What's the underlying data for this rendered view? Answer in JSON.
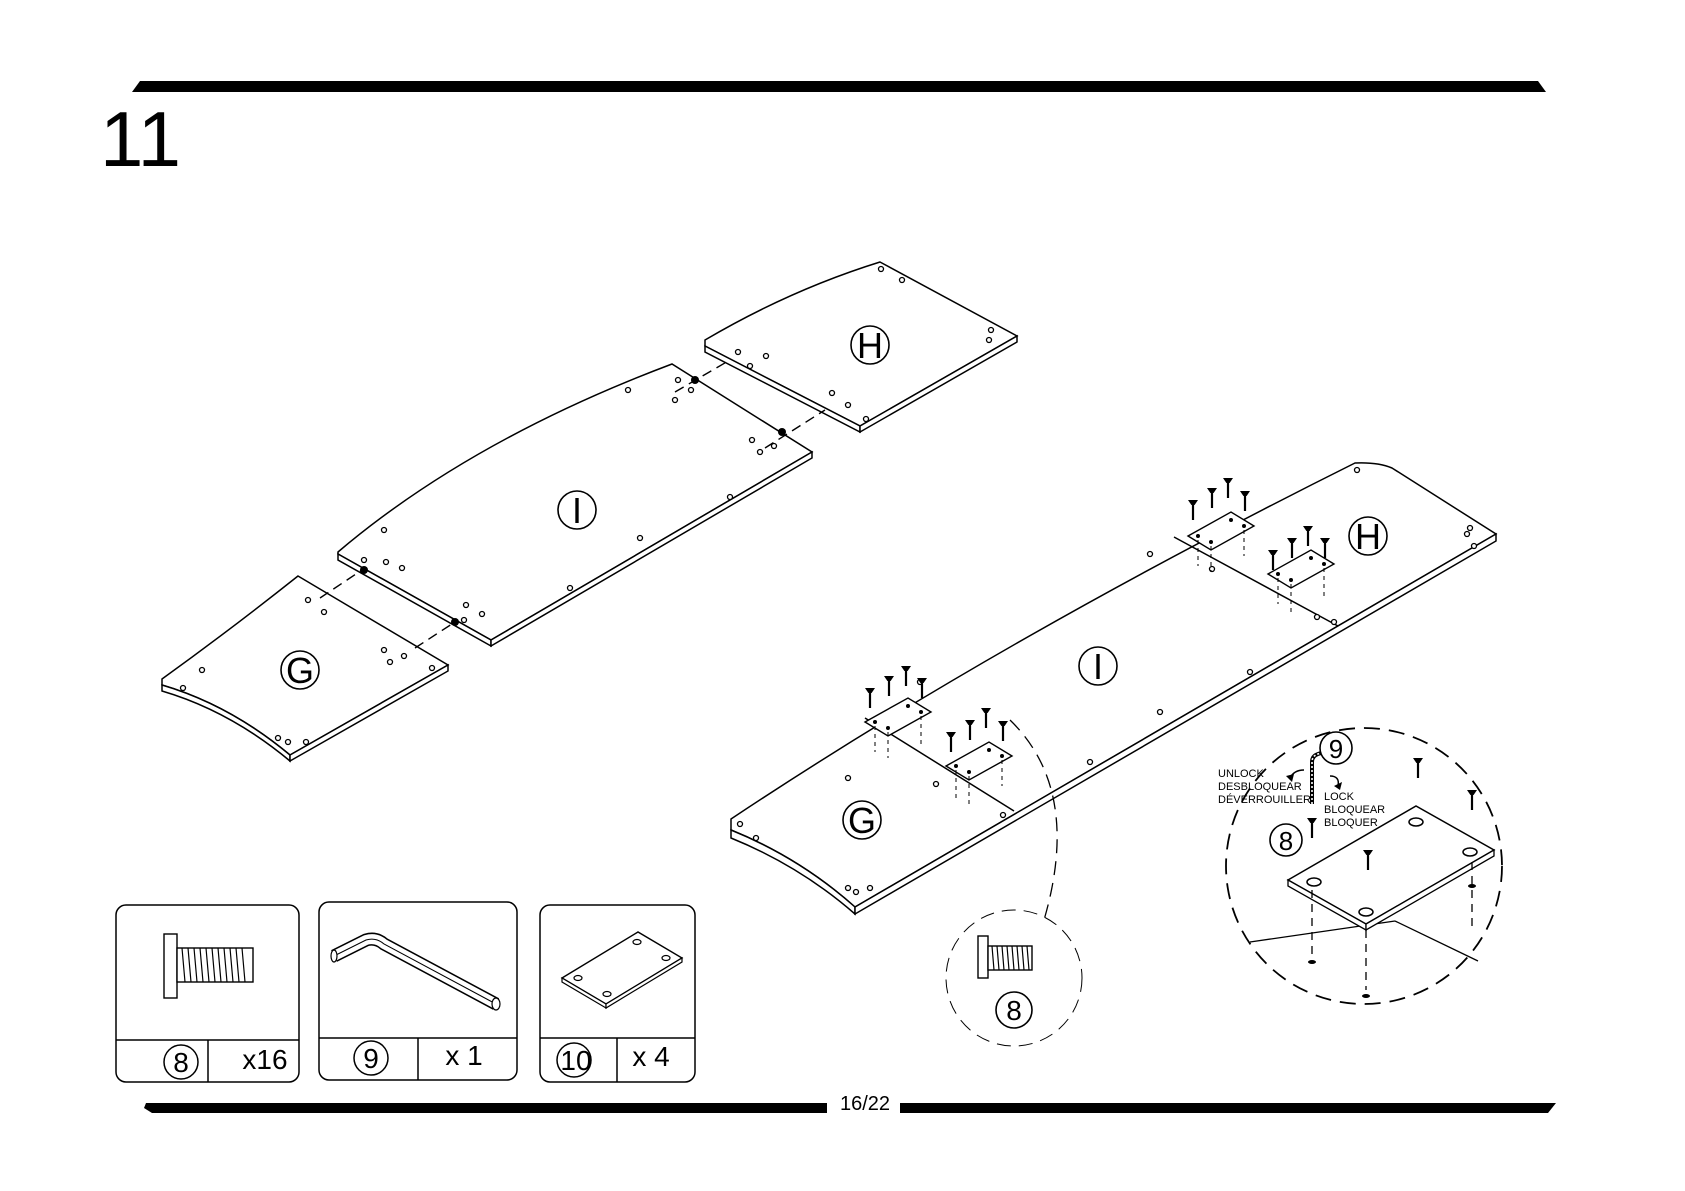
{
  "step": {
    "number": "11"
  },
  "panels": {
    "h": "H",
    "i": "I",
    "g": "G"
  },
  "detail": {
    "tool_id": "9",
    "screw_id": "8",
    "unlock": [
      "UNLOCK",
      "DESBLOQUEAR",
      "DÉVERROUILLER"
    ],
    "lock": [
      "LOCK",
      "BLOQUEAR",
      "BLOQUER"
    ]
  },
  "callout": {
    "part_id": "8"
  },
  "parts": [
    {
      "id": "8",
      "qty": "x16",
      "icon": "bolt-icon"
    },
    {
      "id": "9",
      "qty": "x 1",
      "icon": "hex-key-icon"
    },
    {
      "id": "10",
      "qty": "x 4",
      "icon": "connector-plate-icon"
    }
  ],
  "footer": {
    "page": "16/22"
  }
}
